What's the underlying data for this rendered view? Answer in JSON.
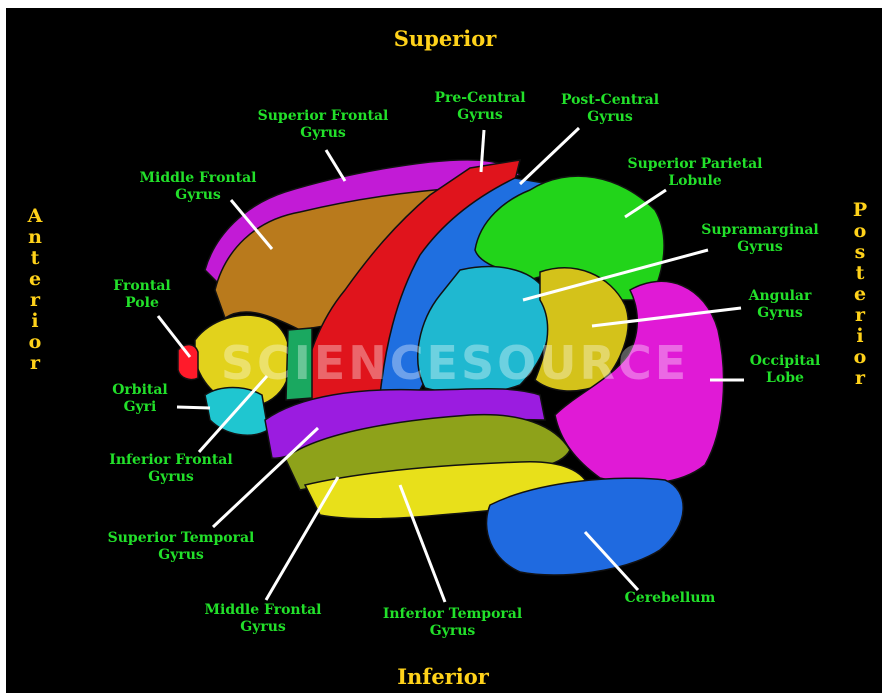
{
  "orientation": {
    "superior": "Superior",
    "inferior": "Inferior",
    "anterior": "Anterior",
    "posterior": "Posterior"
  },
  "watermark": "SCIENCESOURCE",
  "labels": {
    "superior_frontal_gyrus": "Superior Frontal\nGyrus",
    "pre_central_gyrus": "Pre-Central\nGyrus",
    "post_central_gyrus": "Post-Central\nGyrus",
    "middle_frontal_gyrus_top": "Middle Frontal\nGyrus",
    "superior_parietal_lobule": "Superior Parietal\nLobule",
    "supramarginal_gyrus": "Supramarginal\nGyrus",
    "frontal_pole": "Frontal\nPole",
    "angular_gyrus": "Angular\nGyrus",
    "occipital_lobe": "Occipital\nLobe",
    "orbital_gyri": "Orbital\nGyri",
    "inferior_frontal_gyrus": "Inferior Frontal\nGyrus",
    "superior_temporal_gyrus": "Superior Temporal\nGyrus",
    "middle_frontal_gyrus_bottom": "Middle Frontal\nGyrus",
    "inferior_temporal_gyrus": "Inferior Temporal\nGyrus",
    "cerebellum": "Cerebellum"
  },
  "colors": {
    "background": "#000000",
    "label_text": "#22e02a",
    "orientation_text": "#ffd21a",
    "leader_line": "#ffffff",
    "superior_frontal": "#c21bd6",
    "middle_frontal": "#b97a1c",
    "pre_central": "#e0141c",
    "post_central": "#1f6fe0",
    "superior_parietal": "#22d41a",
    "supramarginal": "#1fb8d0",
    "angular": "#d4c21a",
    "occipital": "#e01ad6",
    "inferior_frontal": "#e2d21c",
    "orbital": "#1fc6d0",
    "frontal_pole": "#ff1a2a",
    "superior_temporal": "#9b1ce0",
    "middle_temporal": "#8ea21a",
    "inferior_temporal": "#e8e01a",
    "cerebellum": "#1f6ae0",
    "insula_patch": "#1aa860"
  }
}
